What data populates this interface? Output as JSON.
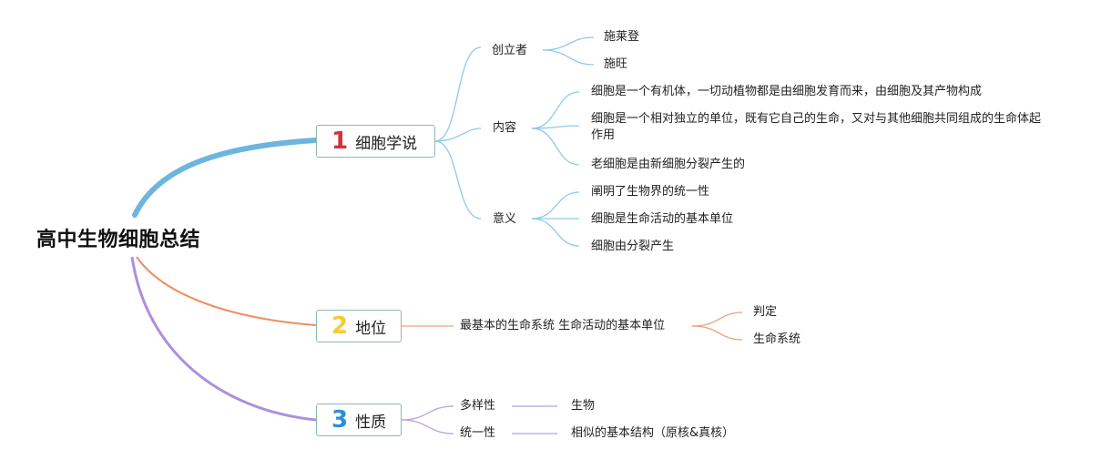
{
  "root": {
    "title": "高中生物细胞总结"
  },
  "colors": {
    "branch1": "#6bb5e0",
    "branch2": "#ef8e63",
    "branch3": "#ad8fdd",
    "num1": "#d92f3c",
    "num2": "#f5cb3a",
    "num3": "#2d8fd6"
  },
  "branches": [
    {
      "number": "1",
      "label": "细胞学说",
      "children": [
        {
          "label": "创立者",
          "leaves": [
            "施莱登",
            "施旺"
          ]
        },
        {
          "label": "内容",
          "leaves": [
            "细胞是一个有机体，一切动植物都是由细胞发育而来，由细胞及其产物构成",
            "细胞是一个相对独立的单位，既有它自己的生命，又对与其他细胞共同组成的生命体起作用",
            "老细胞是由新细胞分裂产生的"
          ]
        },
        {
          "label": "意义",
          "leaves": [
            "阐明了生物界的统一性",
            "细胞是生命活动的基本单位",
            "细胞由分裂产生"
          ]
        }
      ]
    },
    {
      "number": "2",
      "label": "地位",
      "children": [
        {
          "label": "最基本的生命系统 生命活动的基本单位",
          "leaves": [
            "判定",
            "生命系统"
          ]
        }
      ]
    },
    {
      "number": "3",
      "label": "性质",
      "children": [
        {
          "label": "多样性",
          "leaves": [
            "生物"
          ]
        },
        {
          "label": "统一性",
          "leaves": [
            "相似的基本结构（原核&真核）"
          ]
        }
      ]
    }
  ]
}
